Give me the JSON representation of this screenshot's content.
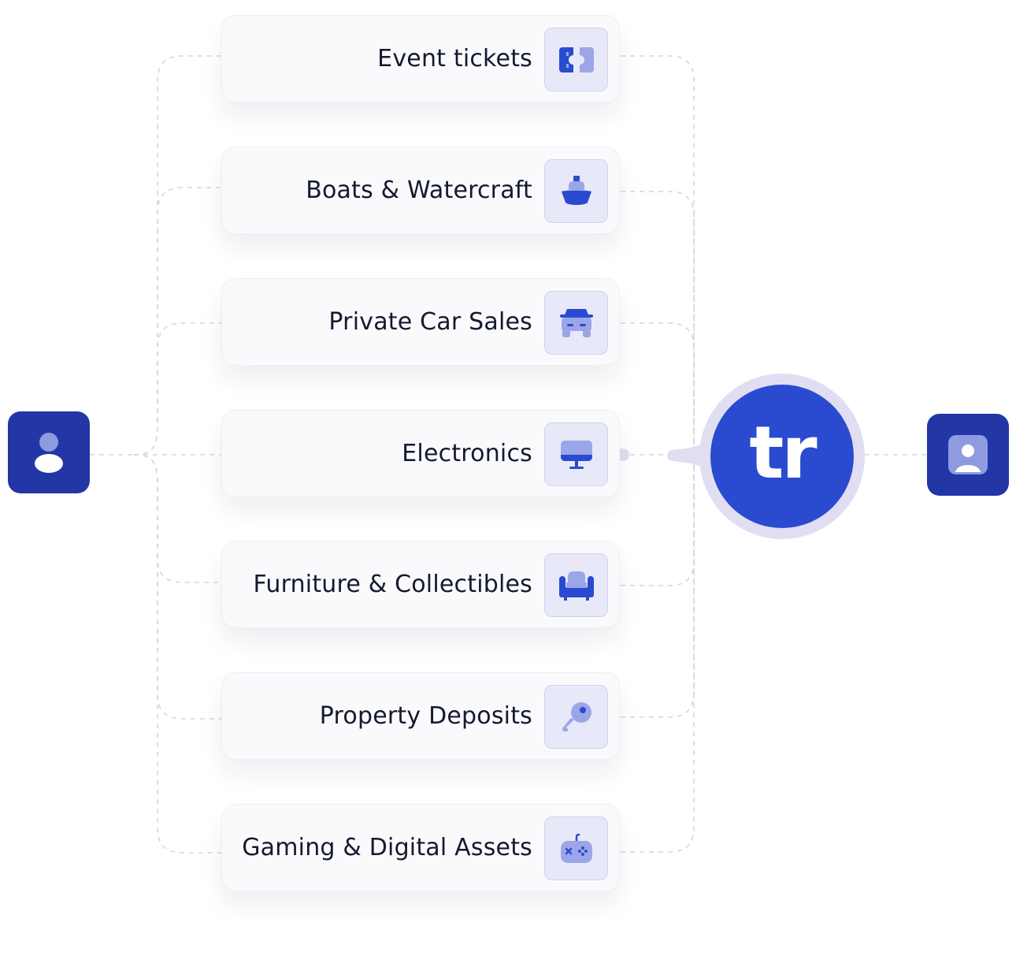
{
  "cards": [
    {
      "label": "Event tickets",
      "icon": "ticket-icon"
    },
    {
      "label": "Boats & Watercraft",
      "icon": "boat-icon"
    },
    {
      "label": "Private Car Sales",
      "icon": "car-icon"
    },
    {
      "label": "Electronics",
      "icon": "monitor-icon"
    },
    {
      "label": "Furniture & Collectibles",
      "icon": "armchair-icon"
    },
    {
      "label": "Property Deposits",
      "icon": "key-icon"
    },
    {
      "label": "Gaming & Digital Assets",
      "icon": "gamepad-icon"
    }
  ],
  "hub": {
    "logo_text": "tr"
  },
  "buyer": {
    "icon": "person-icon"
  },
  "seller": {
    "icon": "user-portrait-icon"
  },
  "colors": {
    "primary": "#2a4bd0",
    "navy": "#2236a6",
    "icon_light": "#9ba6e8",
    "icon_bg": "#e8e9f8",
    "hub_halo": "#e1def2",
    "connector": "#d6d6dc"
  }
}
